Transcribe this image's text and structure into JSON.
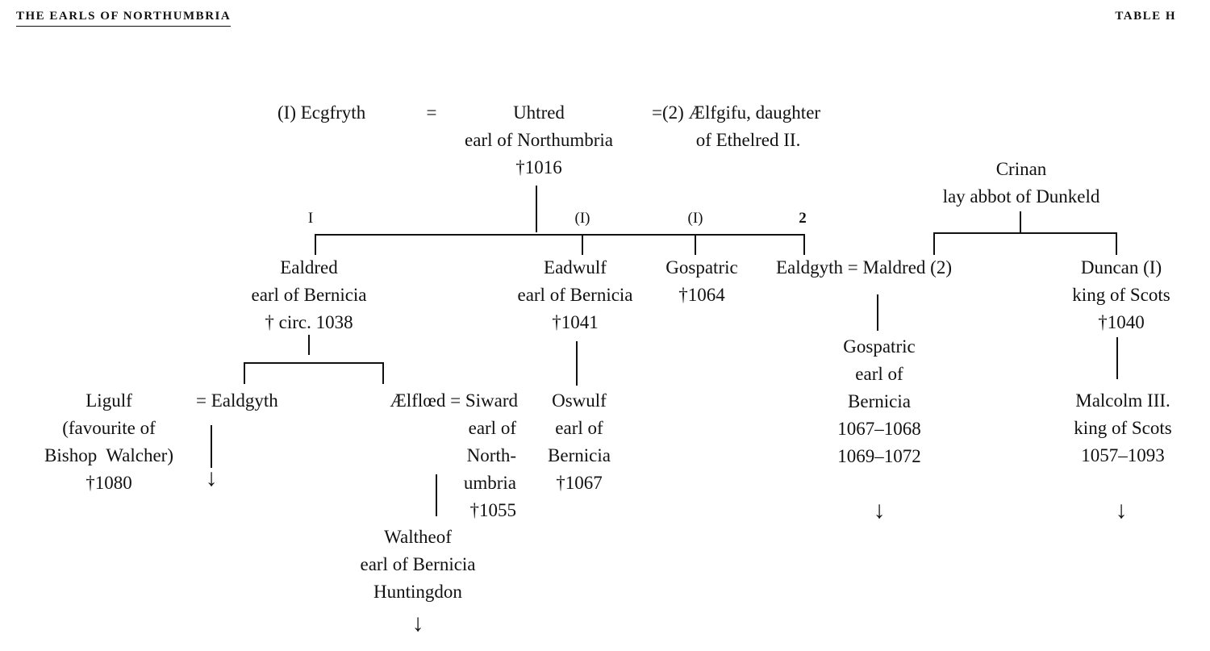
{
  "header": {
    "title": "THE EARLS OF NORTHUMBRIA",
    "table": "TABLE H"
  },
  "uhtred": {
    "wife1": "(I) Ecgfryth",
    "eq1": "=",
    "lines": [
      "Uhtred",
      "earl of Northumbria",
      "†1016"
    ],
    "wife2": [
      "=(2) Ælfgifu, daughter",
      "of Ethelred II."
    ]
  },
  "crinan": {
    "lines": [
      "Crinan",
      "lay abbot of Dunkeld"
    ]
  },
  "marriage_labels": {
    "ealdred": "I",
    "eadwulf": "(I)",
    "gospatric": "(I)",
    "ealdgyth": "2"
  },
  "ealdred": {
    "lines": [
      "Ealdred",
      "earl of Bernicia",
      "† circ. 1038"
    ]
  },
  "eadwulf": {
    "lines": [
      "Eadwulf",
      "earl of Bernicia",
      "†1041"
    ]
  },
  "gospatric1": {
    "lines": [
      "Gospatric",
      "†1064"
    ]
  },
  "ealdgyth_maldred": "Ealdgyth = Maldred (2)",
  "duncan": {
    "lines": [
      "Duncan (I)",
      "king of Scots",
      "†1040"
    ]
  },
  "ligulf": {
    "lines": [
      "Ligulf",
      "(favourite of",
      "Bishop  Walcher)",
      "†1080"
    ]
  },
  "ealdgyth2": "= Ealdgyth",
  "aelflaed_siward": "Ælflœd = Siward",
  "siward": {
    "lines": [
      "earl of",
      "North-",
      "umbria",
      "†1055"
    ]
  },
  "oswulf": {
    "lines": [
      "Oswulf",
      "earl of",
      "Bernicia",
      "†1067"
    ]
  },
  "waltheof": {
    "lines": [
      "Waltheof",
      "earl of Bernicia",
      "Huntingdon"
    ]
  },
  "gospatric2": {
    "lines": [
      "Gospatric",
      "earl of",
      "Bernicia",
      "1067–1068",
      "1069–1072"
    ]
  },
  "malcolm": {
    "lines": [
      "Malcolm III.",
      "king of Scots",
      "1057–1093"
    ]
  },
  "arrow": "↓"
}
